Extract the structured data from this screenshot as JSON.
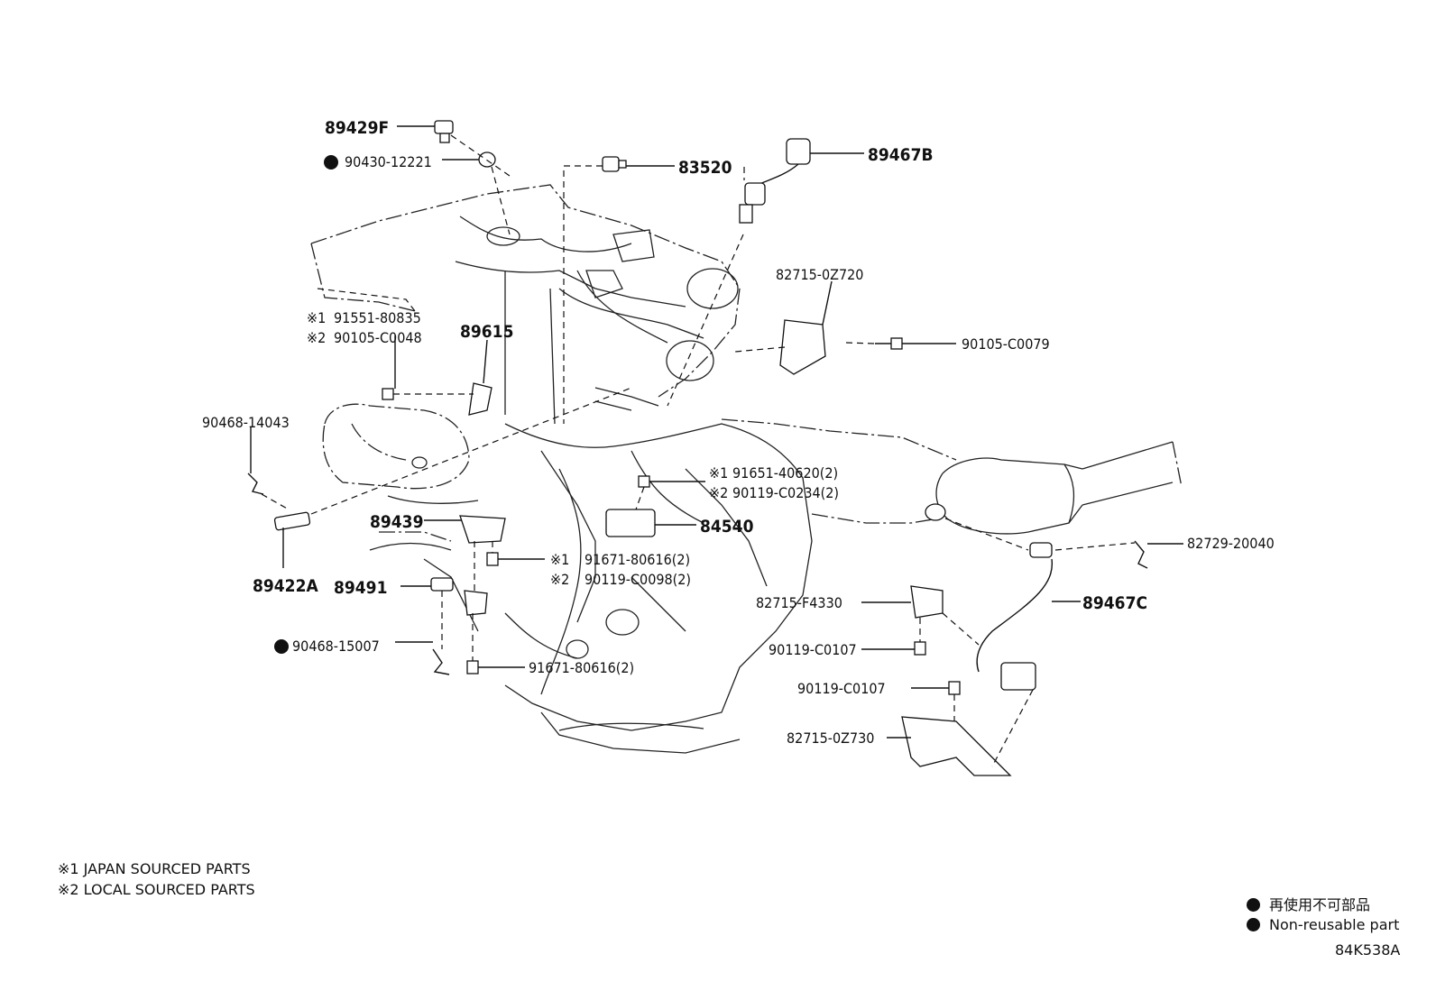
{
  "callouts": {
    "p89429F": "89429F",
    "p90430": "90430-12221",
    "p83520": "83520",
    "p89467B": "89467B",
    "p82715_0Z720": "82715-0Z720",
    "p90105_C0079": "90105-C0079",
    "p91551": "91551-80835",
    "p90105_C0048": "90105-C0048",
    "p89615": "89615",
    "p90468_14043": "90468-14043",
    "p91651": "91651-40620(2)",
    "p90119_C0234": "90119-C0234(2)",
    "p84540": "84540",
    "p89439": "89439",
    "p91671_a": "91671-80616(2)",
    "p90119_C0098": "90119-C0098(2)",
    "p82729": "82729-20040",
    "p89422A": "89422A",
    "p89491": "89491",
    "p89467C": "89467C",
    "p82715_F4330": "82715-F4330",
    "p90468_15007": "90468-15007",
    "p90119_C0107_a": "90119-C0107",
    "p91671_b": "91671-80616(2)",
    "p90119_C0107_b": "90119-C0107",
    "p82715_0Z730": "82715-0Z730"
  },
  "marks": {
    "mark1": "※1",
    "mark2": "※2"
  },
  "footnotes": {
    "note1": "※1 JAPAN SOURCED PARTS",
    "note2": "※2 LOCAL SOURCED PARTS"
  },
  "legend": {
    "nonreusable_jp": "再使用不可部品",
    "nonreusable_en": "Non-reusable part"
  },
  "illustration_code": "84K538A"
}
